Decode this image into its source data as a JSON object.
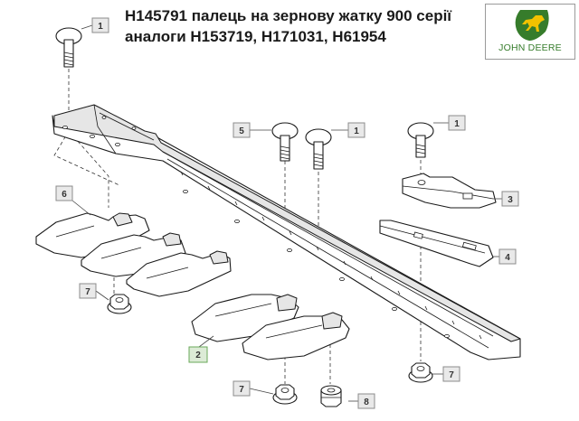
{
  "title": {
    "line1": "H145791 палець на зернову жатку 900 серії",
    "line2": "аналоги H153719, H171031, H61954"
  },
  "logo": {
    "text": "JOHN DEERE",
    "icon": "leaping-deer-icon",
    "color": "#367c2b",
    "accent": "#f2c200"
  },
  "callouts": {
    "c1_a": "1",
    "c1_b": "1",
    "c1_c": "1",
    "c2": "2",
    "c3": "3",
    "c4": "4",
    "c5": "5",
    "c6": "6",
    "c7_a": "7",
    "c7_b": "7",
    "c7_c": "7",
    "c8": "8"
  },
  "highlight_color": "#6aa85a"
}
